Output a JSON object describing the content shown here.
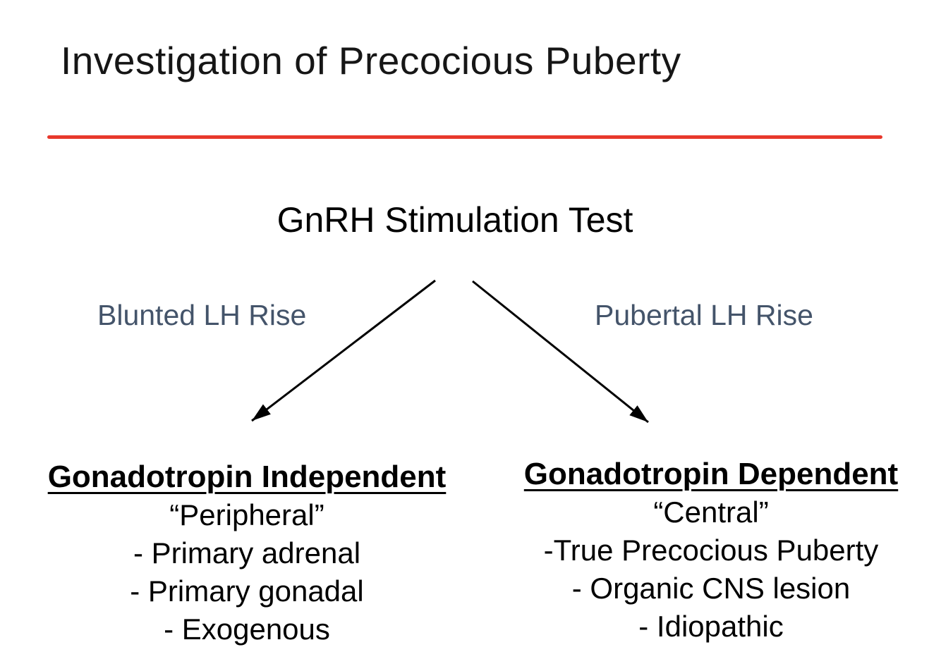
{
  "slide": {
    "title": "Investigation of Precocious Puberty",
    "colors": {
      "divider_red": "#E8382C",
      "edge_label_blue": "#44546A",
      "text_black": "#000000",
      "background": "#FFFFFF"
    },
    "diagram": {
      "root": "GnRH Stimulation Test",
      "branches": [
        {
          "edge_label": "Blunted LH Rise",
          "heading": "Gonadotropin Independent",
          "subtitle": "“Peripheral”",
          "items": [
            "- Primary adrenal",
            "- Primary gonadal",
            "- Exogenous"
          ]
        },
        {
          "edge_label": "Pubertal LH Rise",
          "heading": "Gonadotropin Dependent",
          "subtitle": "“Central”",
          "items": [
            "-True Precocious Puberty",
            "- Organic CNS lesion",
            "- Idiopathic"
          ]
        }
      ]
    }
  }
}
